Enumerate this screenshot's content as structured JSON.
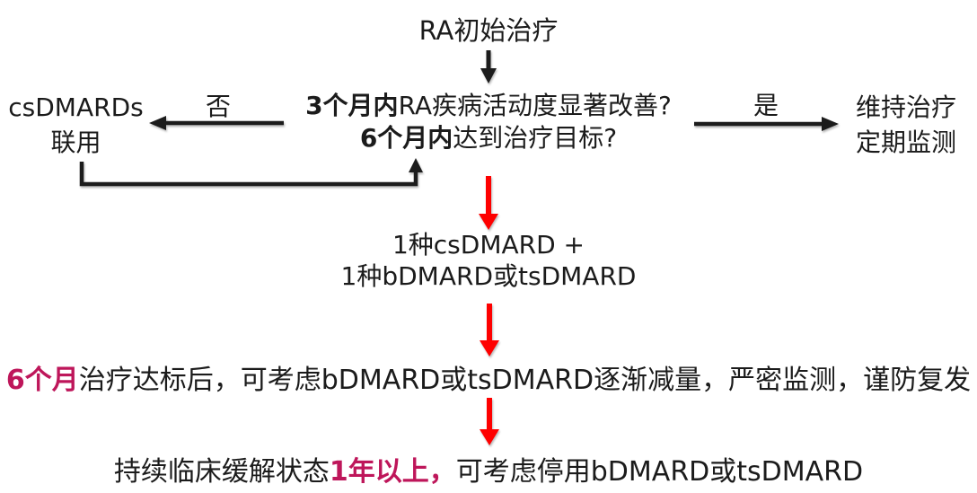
{
  "palette": {
    "text": "#1b1b1b",
    "accent": "#be165a",
    "arrow_red": "#fe0000",
    "arrow_black": "#1c1c1c",
    "background": "#ffffff"
  },
  "flowchart": {
    "title": "RA初始治疗",
    "decision": {
      "line1_bold": "3个月内",
      "line1_rest": "RA疾病活动度显著改善?",
      "line2_bold": "6个月内",
      "line2_rest": "达到治疗目标?"
    },
    "branch_no": {
      "label": "否",
      "node_line1": "csDMARDs",
      "node_line2": "联用"
    },
    "branch_yes": {
      "label": "是",
      "node_line1": "维持治疗",
      "node_line2": "定期监测"
    },
    "escalation_node": {
      "line1": "1种csDMARD +",
      "line2": "1种bDMARD或tsDMARD"
    },
    "taper_note": {
      "highlight": "6个月",
      "rest": "治疗达标后，可考虑bDMARD或tsDMARD逐渐减量，严密监测，谨防复发"
    },
    "stop_note": {
      "prefix": "持续临床缓解状态",
      "highlight": "1年以上，",
      "rest": "可考虑停用bDMARD或tsDMARD"
    }
  },
  "icons": {
    "arrow_names": [
      "start-down-arrow-icon",
      "no-left-arrow-icon",
      "yes-right-arrow-icon",
      "retry-loop-arrow-icon",
      "escalate-down-arrow-icon",
      "taper-down-arrow-icon",
      "stop-down-arrow-icon"
    ]
  }
}
